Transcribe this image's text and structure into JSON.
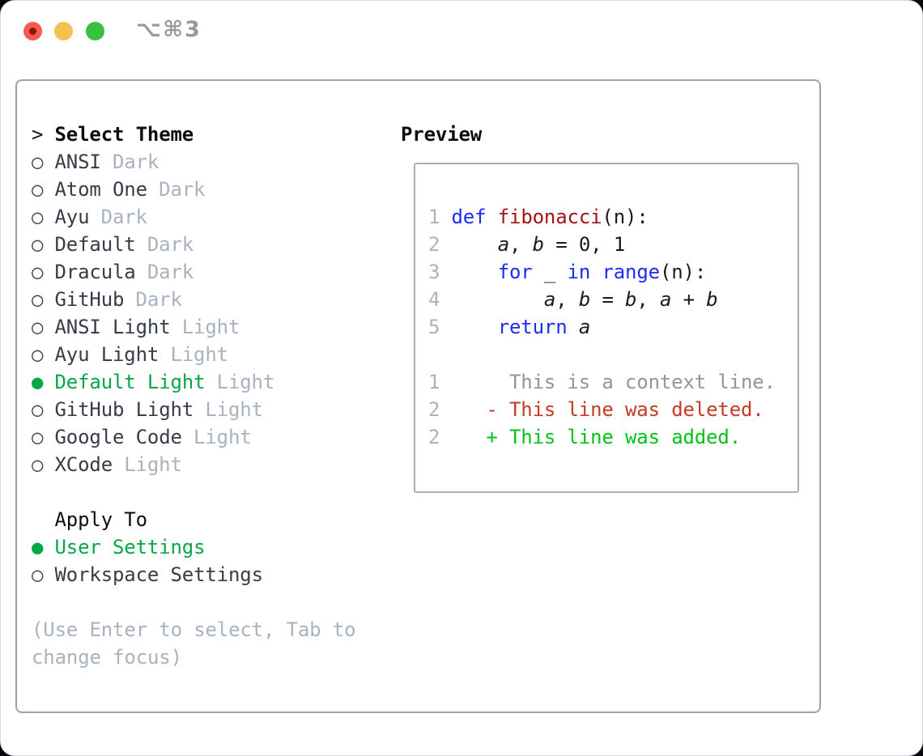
{
  "titlebar": {
    "shortcut": "⌥⌘3"
  },
  "glyphs": {
    "prompt": ">",
    "radio_selected": "●",
    "radio_unselected": "○"
  },
  "colors": {
    "selection_green": "#07a647",
    "added_green": "#02c216",
    "deleted_red": "#c43a24",
    "keyword_blue": "#1c2cf2",
    "function_red": "#a31515",
    "dim_gray": "#a9b2bf",
    "traffic_red": "#f15b50",
    "traffic_yellow": "#f6bf4e",
    "traffic_green": "#38c13e"
  },
  "theme_selector": {
    "title": "Select Theme",
    "items": [
      {
        "label": "ANSI",
        "variant": "Dark",
        "selected": false
      },
      {
        "label": "Atom One",
        "variant": "Dark",
        "selected": false
      },
      {
        "label": "Ayu",
        "variant": "Dark",
        "selected": false
      },
      {
        "label": "Default",
        "variant": "Dark",
        "selected": false
      },
      {
        "label": "Dracula",
        "variant": "Dark",
        "selected": false
      },
      {
        "label": "GitHub",
        "variant": "Dark",
        "selected": false
      },
      {
        "label": "ANSI Light",
        "variant": "Light",
        "selected": false
      },
      {
        "label": "Ayu Light",
        "variant": "Light",
        "selected": false
      },
      {
        "label": "Default Light",
        "variant": "Light",
        "selected": true
      },
      {
        "label": "GitHub Light",
        "variant": "Light",
        "selected": false
      },
      {
        "label": "Google Code",
        "variant": "Light",
        "selected": false
      },
      {
        "label": "XCode",
        "variant": "Light",
        "selected": false
      }
    ],
    "apply_to": {
      "title": "Apply To",
      "options": [
        {
          "label": "User Settings",
          "selected": true
        },
        {
          "label": "Workspace Settings",
          "selected": false
        }
      ]
    },
    "hint_lines": [
      "(Use Enter to select, Tab to",
      "change focus)"
    ]
  },
  "preview": {
    "title": "Preview",
    "lines": [
      {
        "num": "1",
        "segments": [
          {
            "text": "def",
            "style": "keyword"
          },
          {
            "text": " "
          },
          {
            "text": "fibonacci",
            "style": "function"
          },
          {
            "text": "(n):"
          }
        ]
      },
      {
        "num": "2",
        "segments": [
          {
            "text": "    "
          },
          {
            "text": "a",
            "style": "var"
          },
          {
            "text": ", "
          },
          {
            "text": "b",
            "style": "var"
          },
          {
            "text": " = 0, 1"
          }
        ]
      },
      {
        "num": "3",
        "segments": [
          {
            "text": "    "
          },
          {
            "text": "for",
            "style": "keyword"
          },
          {
            "text": " _ "
          },
          {
            "text": "in",
            "style": "keyword"
          },
          {
            "text": " "
          },
          {
            "text": "range",
            "style": "builtin"
          },
          {
            "text": "(n):"
          }
        ]
      },
      {
        "num": "4",
        "segments": [
          {
            "text": "        "
          },
          {
            "text": "a",
            "style": "var"
          },
          {
            "text": ", "
          },
          {
            "text": "b",
            "style": "var"
          },
          {
            "text": " = "
          },
          {
            "text": "b",
            "style": "var"
          },
          {
            "text": ", "
          },
          {
            "text": "a",
            "style": "var"
          },
          {
            "text": " + "
          },
          {
            "text": "b",
            "style": "var"
          }
        ]
      },
      {
        "num": "5",
        "segments": [
          {
            "text": "    "
          },
          {
            "text": "return",
            "style": "keyword"
          },
          {
            "text": " "
          },
          {
            "text": "a",
            "style": "var"
          }
        ]
      },
      {
        "num": "",
        "segments": []
      },
      {
        "num": "1",
        "segments": [
          {
            "text": "     This is a context line.",
            "style": "context"
          }
        ]
      },
      {
        "num": "2",
        "segments": [
          {
            "text": "   "
          },
          {
            "text": "- This line was deleted.",
            "style": "deleted"
          }
        ]
      },
      {
        "num": "2",
        "segments": [
          {
            "text": "   "
          },
          {
            "text": "+ This line was added.",
            "style": "added"
          }
        ]
      }
    ]
  }
}
